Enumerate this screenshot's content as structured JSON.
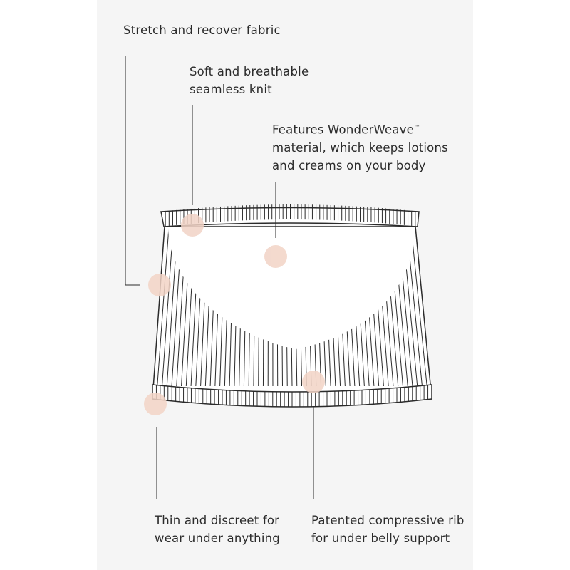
{
  "callouts": {
    "stretch": {
      "text": "Stretch and recover fabric"
    },
    "soft": {
      "line1": "Soft and breathable",
      "line2": "seamless knit"
    },
    "wonderweave": {
      "line1": "Features WonderWeave",
      "trademark": "™",
      "line2": "material, which keeps lotions",
      "line3": "and creams on your body"
    },
    "thin": {
      "line1": "Thin and discreet for",
      "line2": "wear under anything"
    },
    "rib": {
      "line1": "Patented compressive rib",
      "line2": "for under belly support"
    }
  },
  "colors": {
    "panel": "#f5f5f5",
    "ink": "#2b2b2b",
    "dot": "#f2d3c6",
    "fill": "#ffffff"
  }
}
